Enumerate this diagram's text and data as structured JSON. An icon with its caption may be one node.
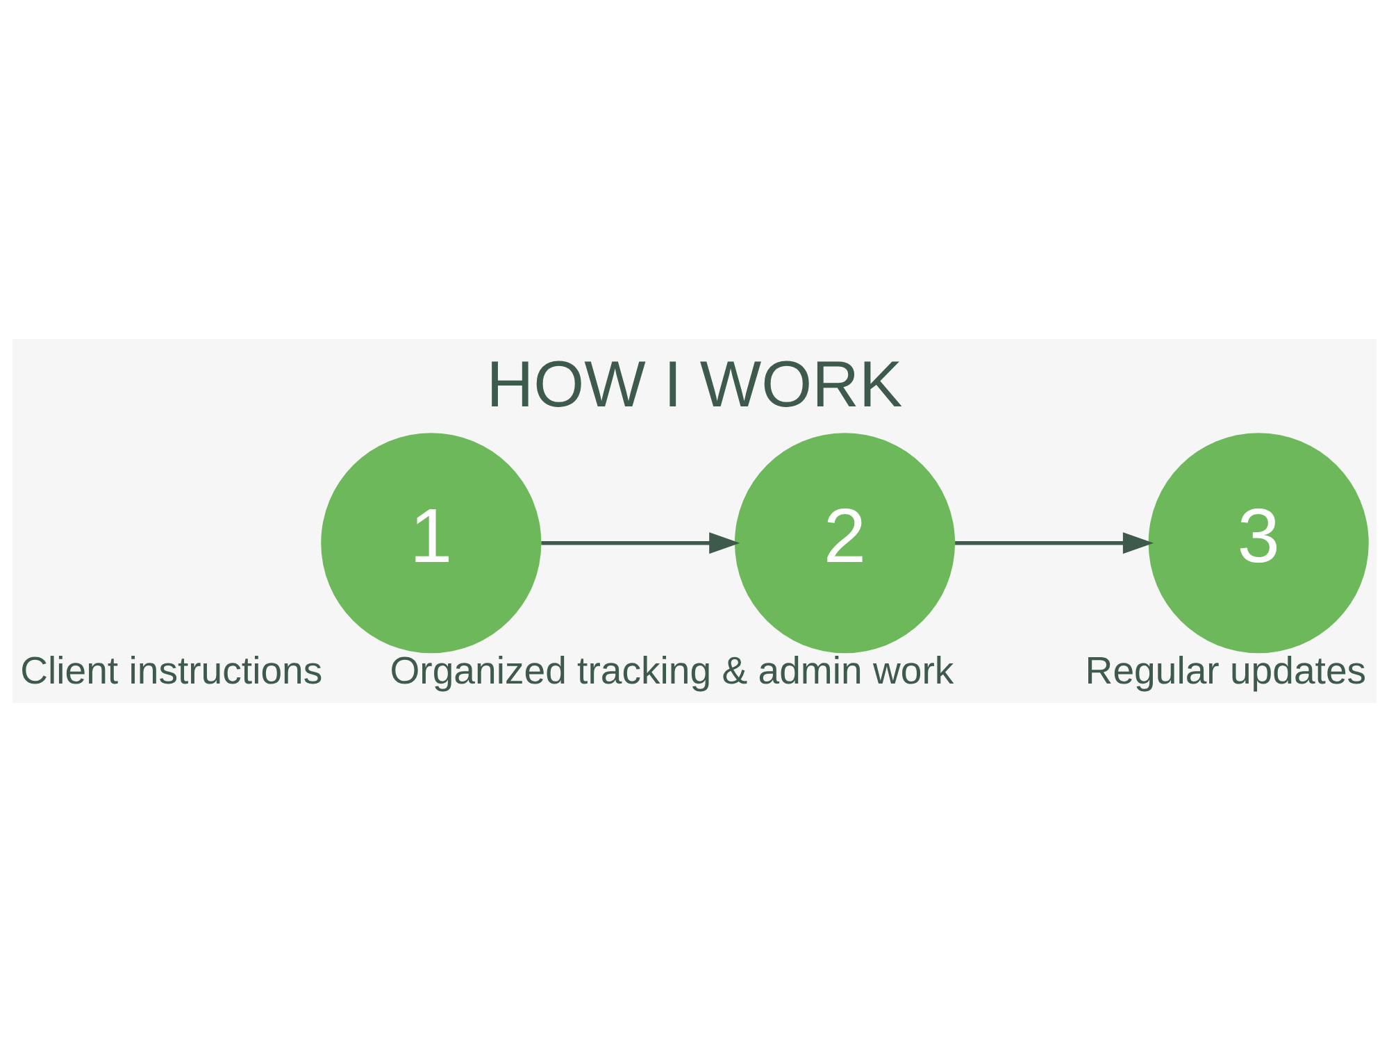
{
  "diagram": {
    "title": "HOW I WORK",
    "nodes": [
      {
        "text": [
          "1"
        ],
        "beside": [
          "Client instructions"
        ]
      },
      {
        "text": [
          "2"
        ],
        "beside": [
          "Organized tracking & admin work"
        ]
      },
      {
        "text": [
          "3"
        ],
        "beside": [
          "Regular updates"
        ]
      }
    ],
    "edges": [
      {
        "from": 0,
        "to": 1,
        "arrow": "to"
      },
      {
        "from": 1,
        "to": 2,
        "arrow": "to"
      }
    ]
  }
}
